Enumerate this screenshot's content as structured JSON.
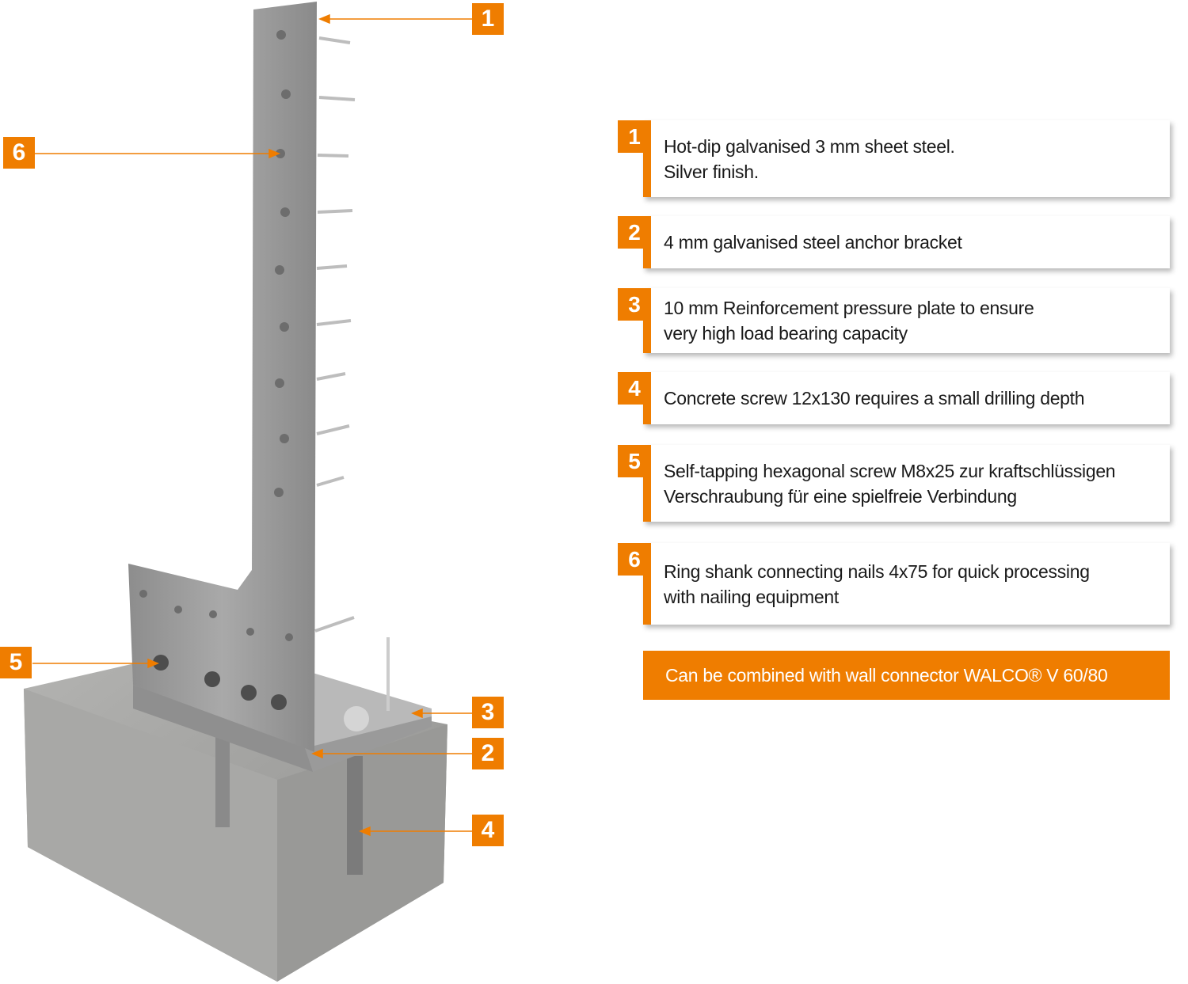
{
  "colors": {
    "accent": "#ef7d00",
    "text": "#1a1a1a"
  },
  "callouts": [
    "1",
    "2",
    "3",
    "4",
    "5",
    "6"
  ],
  "features": [
    {
      "number": "1",
      "text": "Hot-dip galvanised 3 mm sheet steel.\nSilver finish."
    },
    {
      "number": "2",
      "text": "4 mm galvanised steel anchor bracket"
    },
    {
      "number": "3",
      "text": "10 mm Reinforcement pressure plate to ensure\nvery high load bearing capacity"
    },
    {
      "number": "4",
      "text": "Concrete screw 12x130 requires a small drilling depth"
    },
    {
      "number": "5",
      "text": "Self-tapping hexagonal screw M8x25 zur kraftschlüssigen\nVerschraubung für eine spielfreie Verbindung"
    },
    {
      "number": "6",
      "text": "Ring shank connecting nails 4x75 for quick processing\nwith nailing equipment"
    }
  ],
  "banner": "Can be combined with wall connector WALCO® V 60/80"
}
